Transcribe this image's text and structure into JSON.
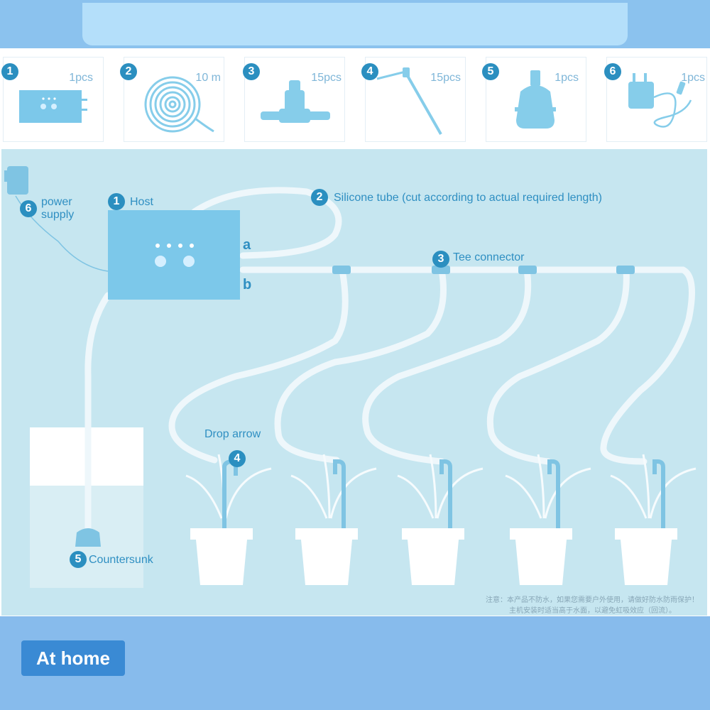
{
  "parts": [
    {
      "num": "1",
      "qty": "1pcs",
      "icon": "host-box-icon"
    },
    {
      "num": "2",
      "qty": "10 m",
      "icon": "coiled-tube-icon"
    },
    {
      "num": "3",
      "qty": "15pcs",
      "icon": "tee-connector-icon"
    },
    {
      "num": "4",
      "qty": "15pcs",
      "icon": "drop-arrow-icon"
    },
    {
      "num": "5",
      "qty": "1pcs",
      "icon": "countersunk-filter-icon"
    },
    {
      "num": "6",
      "qty": "1pcs",
      "icon": "power-adapter-icon"
    }
  ],
  "diagram": {
    "power": {
      "num": "6",
      "line1": "power",
      "line2": "supply"
    },
    "host": {
      "num": "1",
      "label": "Host"
    },
    "tube": {
      "num": "2",
      "label": "Silicone tube (cut according to actual required length)"
    },
    "tee": {
      "num": "3",
      "label": "Tee connector"
    },
    "drop": {
      "num": "4",
      "label": "Drop arrow"
    },
    "sink": {
      "num": "5",
      "label": "Countersunk"
    },
    "port_a": "a",
    "port_b": "b",
    "note_line1": "注意：本产品不防水，如果您需要户外使用，请做好防水防雨保护！",
    "note_line2": "主机安装时适当高于水面，以避免虹吸效应（回流）。"
  },
  "footer": {
    "button_label": "At home"
  },
  "colors": {
    "accent": "#2b8fc0",
    "diagram_bg": "#c6e6f0",
    "host": "#7cc8ea",
    "tube": "#eef7fb",
    "water_tube": "#7fc4e3",
    "bottom_band": "#87bbec",
    "button": "#3a8ad4"
  }
}
